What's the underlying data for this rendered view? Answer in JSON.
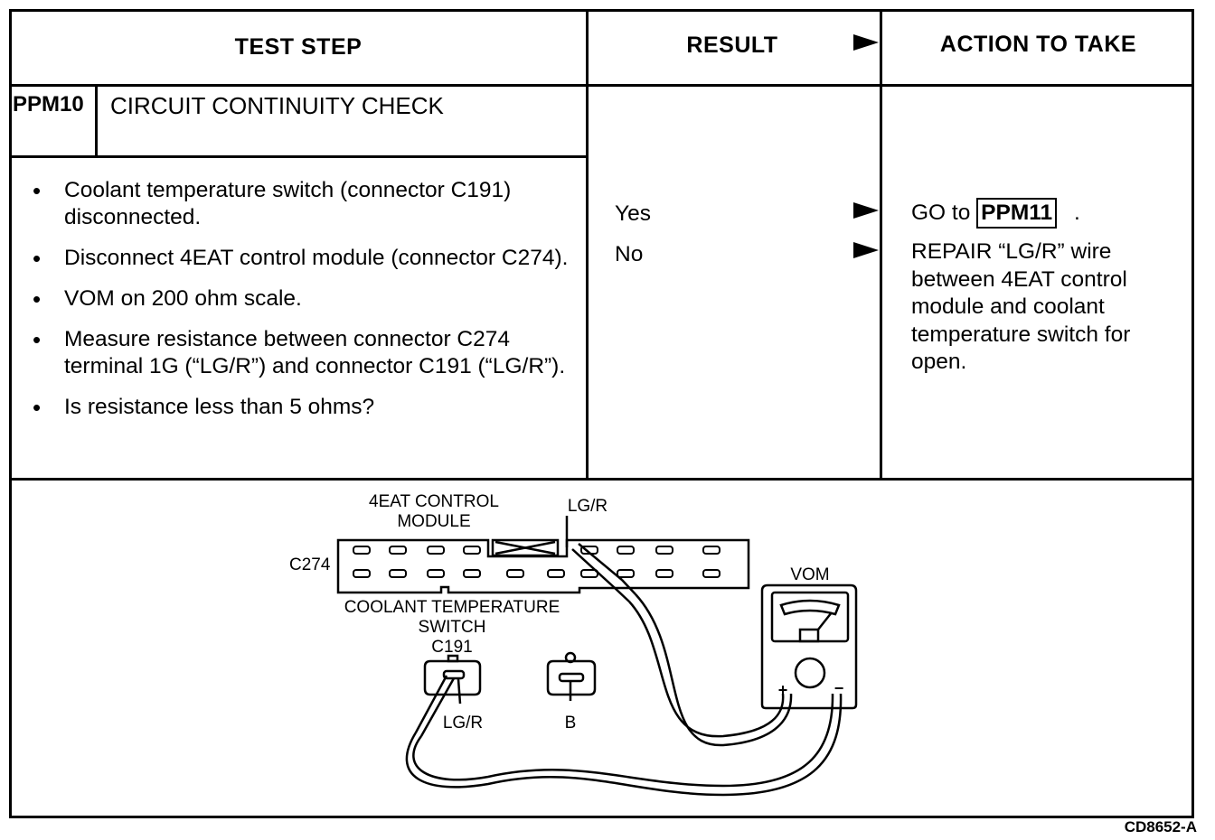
{
  "header": {
    "test_step": "TEST STEP",
    "result": "RESULT",
    "action": "ACTION TO TAKE"
  },
  "step": {
    "id": "PPM10",
    "title": "CIRCUIT CONTINUITY CHECK",
    "bullets": [
      "Coolant temperature switch (connector C191) disconnected.",
      "Disconnect 4EAT control module (connector C274).",
      "VOM on 200 ohm scale.",
      "Measure resistance between connector C274 terminal 1G (“LG/R”) and connector C191 (“LG/R”).",
      "Is resistance less than 5 ohms?"
    ]
  },
  "results": [
    {
      "label": "Yes",
      "action_prefix": "GO to",
      "action_ref": "PPM11",
      "action_suffix": "."
    },
    {
      "label": "No",
      "action": "REPAIR “LG/R” wire between 4EAT control module and coolant temperature switch for open."
    }
  ],
  "diagram": {
    "module_label_line1": "4EAT CONTROL",
    "module_label_line2": "MODULE",
    "module_connector": "C274",
    "module_wire": "LG/R",
    "switch_label_line1": "COOLANT TEMPERATURE",
    "switch_label_line2": "SWITCH",
    "switch_connector": "C191",
    "switch_wire_1": "LG/R",
    "switch_wire_2": "B",
    "meter_label": "VOM",
    "plus": "+",
    "minus": "−"
  },
  "figure_code": "CD8652-A"
}
